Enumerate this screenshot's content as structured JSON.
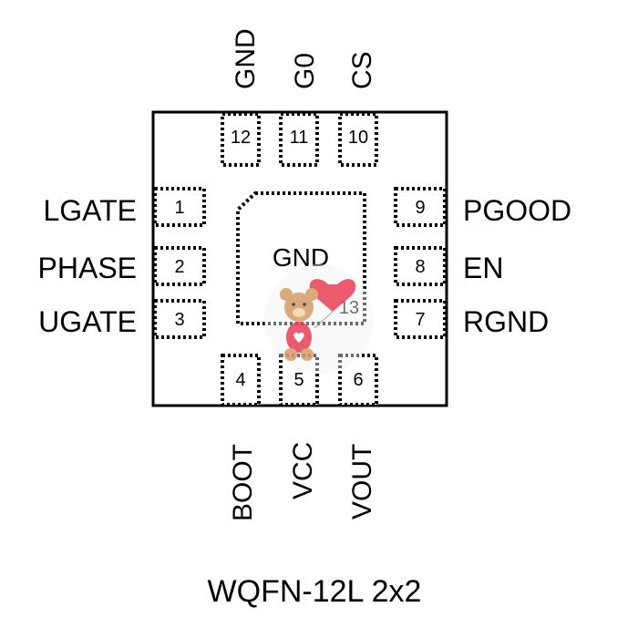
{
  "package_name": "WQFN-12L 2x2",
  "center_pad": {
    "label": "GND",
    "number": "13"
  },
  "pins": [
    {
      "number": "1",
      "name": "LGATE"
    },
    {
      "number": "2",
      "name": "PHASE"
    },
    {
      "number": "3",
      "name": "UGATE"
    },
    {
      "number": "4",
      "name": "BOOT"
    },
    {
      "number": "5",
      "name": "VCC"
    },
    {
      "number": "6",
      "name": "VOUT"
    },
    {
      "number": "7",
      "name": "RGND"
    },
    {
      "number": "8",
      "name": "EN"
    },
    {
      "number": "9",
      "name": "PGOOD"
    },
    {
      "number": "10",
      "name": "CS"
    },
    {
      "number": "11",
      "name": "G0"
    },
    {
      "number": "12",
      "name": "GND"
    }
  ],
  "colors": {
    "line": "#000000",
    "background": "#ffffff",
    "center_label": "#555555",
    "sticker_heart": "#e84a5f",
    "sticker_bear": "#d9a070"
  }
}
